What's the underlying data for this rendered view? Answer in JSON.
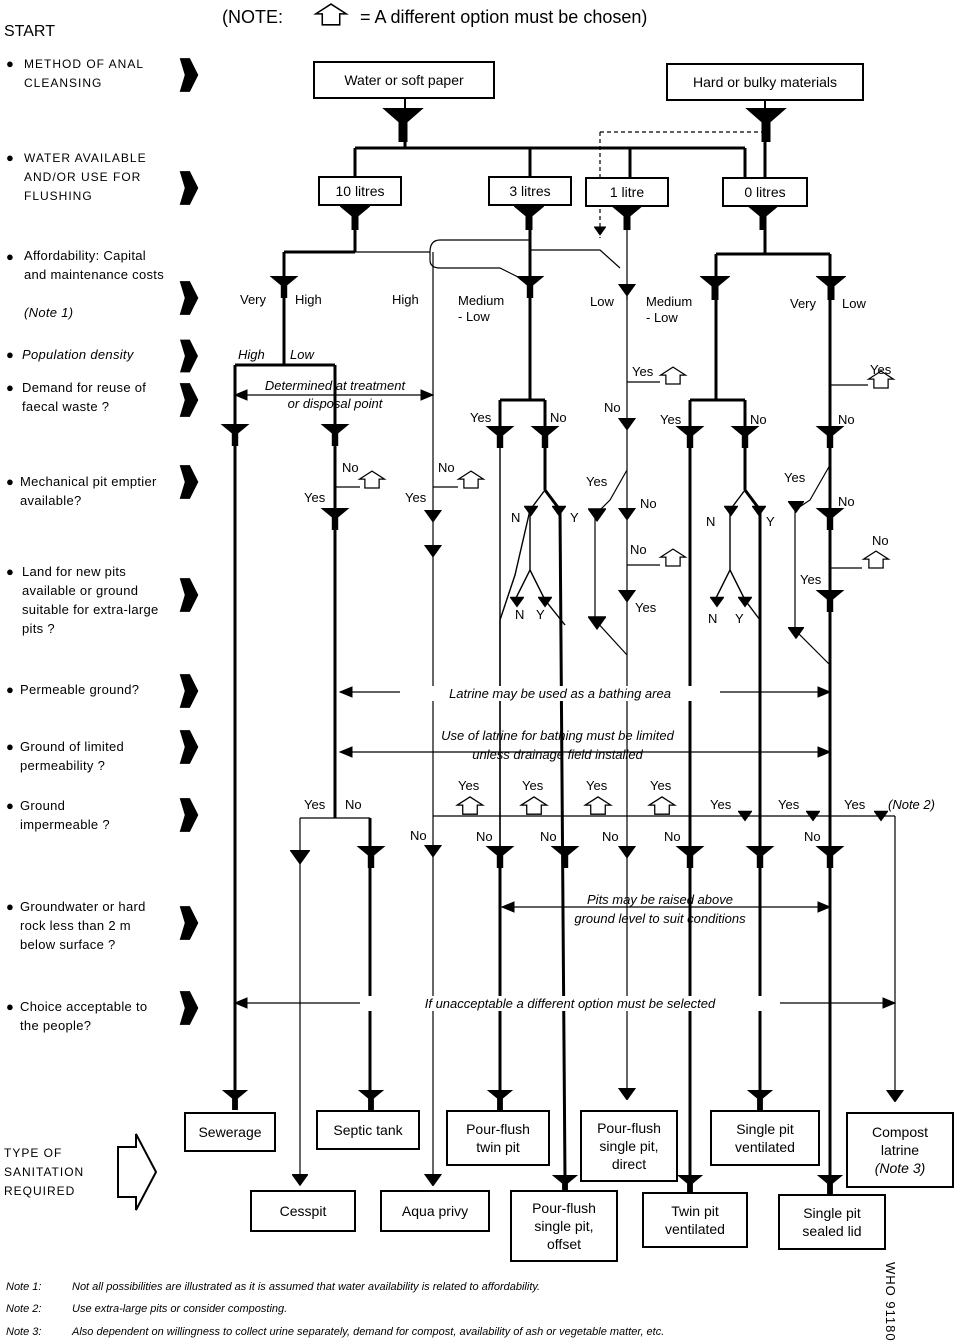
{
  "header": {
    "start": "START",
    "note_prefix": "(NOTE:",
    "note_suffix": "= A different option must be chosen)"
  },
  "criteria": [
    {
      "label": "METHOD OF ANAL CLEANSING"
    },
    {
      "label": "WATER AVAILABLE AND/OR USE FOR FLUSHING"
    },
    {
      "label": "Affordability: Capital and maintenance costs",
      "note": "(Note 1)"
    },
    {
      "label": "Population density"
    },
    {
      "label": "Demand for reuse of faecal waste ?"
    },
    {
      "label": "Mechanical pit emptier available?"
    },
    {
      "label": "Land for new pits available or ground suitable for extra-large pits ?"
    },
    {
      "label": "Permeable ground?"
    },
    {
      "label": "Ground of limited permeability ?"
    },
    {
      "label": "Ground impermeable ?"
    },
    {
      "label": "Groundwater or hard rock less than 2 m below surface ?"
    },
    {
      "label": "Choice acceptable to the people?"
    }
  ],
  "cleansing": {
    "water": "Water or soft paper",
    "hard": "Hard or bulky materials"
  },
  "water": {
    "w10": "10 litres",
    "w3": "3 litres",
    "w1": "1 litre",
    "w0": "0 litres"
  },
  "afford": {
    "very": "Very",
    "high1": "High",
    "high2": "High",
    "medium_low1": "Medium\n- Low",
    "low1": "Low",
    "medium_low2": "Medium\n- Low",
    "very2": "Very",
    "low2": "Low"
  },
  "density": {
    "high": "High",
    "low": "Low"
  },
  "spans": {
    "treatment": "Determined at treatment\nor disposal point",
    "bathing": "Latrine may be used as a bathing area",
    "limited": "Use of latrine for bathing must be limited\nunless drainage field installed",
    "raised": "Pits may be raised above\nground level to suit conditions",
    "unacceptable": "If unacceptable a different option must be selected"
  },
  "answers": {
    "yes": "Yes",
    "no": "No",
    "n": "N",
    "y": "Y",
    "note2": "(Note 2)"
  },
  "type_label": "TYPE OF SANITATION REQUIRED",
  "outcomes": {
    "sewerage": "Sewerage",
    "septic": "Septic tank",
    "pf_twin": "Pour-flush\ntwin pit",
    "pf_single_direct": "Pour-flush\nsingle pit,\ndirect",
    "single_vent": "Single pit\nventilated",
    "compost": "Compost\nlatrine",
    "compost_note": "(Note 3)",
    "cesspit": "Cesspit",
    "aqua": "Aqua privy",
    "pf_single_offset": "Pour-flush\nsingle pit,\noffset",
    "twin_vent": "Twin pit\nventilated",
    "single_sealed": "Single pit\nsealed lid"
  },
  "notes": [
    {
      "key": "Note 1:",
      "text": "Not all possibilities are illustrated as it is assumed that water availability is related to affordability."
    },
    {
      "key": "Note 2:",
      "text": "Use extra-large pits or consider composting."
    },
    {
      "key": "Note 3:",
      "text": "Also dependent on willingness to collect urine separately, demand for compost, availability of ash or vegetable matter, etc."
    }
  ],
  "code": "WHO 91180"
}
